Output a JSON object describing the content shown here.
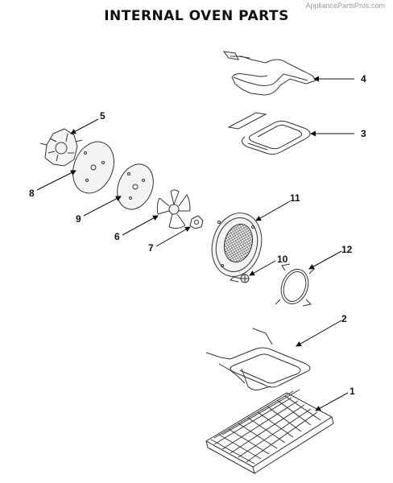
{
  "watermark": "AppliancePartsPros.com",
  "title": "INTERNAL OVEN PARTS",
  "callouts": [
    "1",
    "2",
    "3",
    "4",
    "5",
    "6",
    "7",
    "8",
    "9",
    "10",
    "11",
    "12"
  ],
  "colors": {
    "line": "#333333",
    "text": "#111111",
    "background": "#ffffff",
    "watermark": "#9a9a9a"
  }
}
